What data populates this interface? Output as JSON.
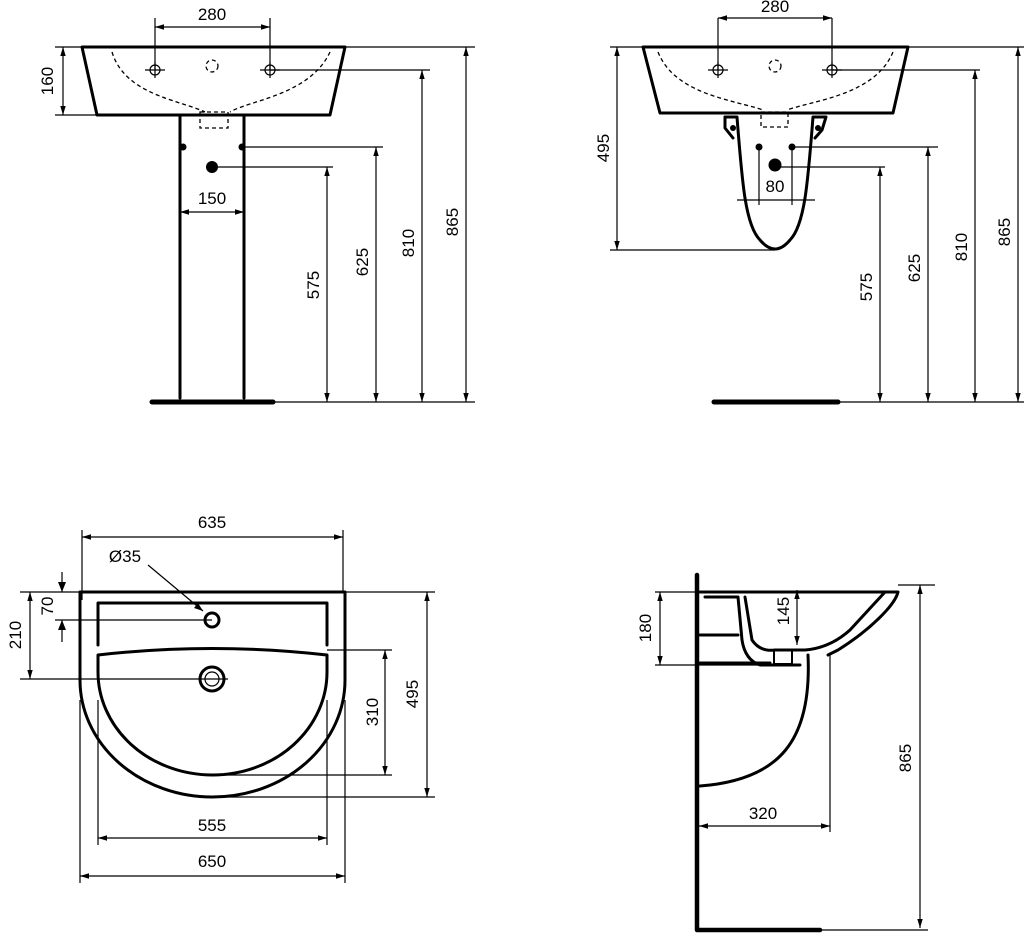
{
  "pedestal_front_view": {
    "tap_spacing": "280",
    "basin_height": "160",
    "pedestal_pipe_spacing": "150",
    "waste_height": "575",
    "supply_height": "625",
    "tap_height": "810",
    "rim_height": "865"
  },
  "semi_pedestal_front_view": {
    "tap_spacing": "280",
    "basin_depth": "495",
    "pipe_spacing": "80",
    "waste_height": "575",
    "supply_height": "625",
    "tap_height": "810",
    "rim_height": "865"
  },
  "top_view": {
    "overall_depth": "635",
    "tap_hole_diameter": "Ø35",
    "tap_hole_offset": "70",
    "drain_offset": "210",
    "bowl_depth": "310",
    "basin_depth": "495",
    "bowl_width": "555",
    "overall_width": "650"
  },
  "side_view": {
    "basin_height": "180",
    "bowl_depth": "145",
    "projection": "320",
    "rim_height": "865"
  }
}
